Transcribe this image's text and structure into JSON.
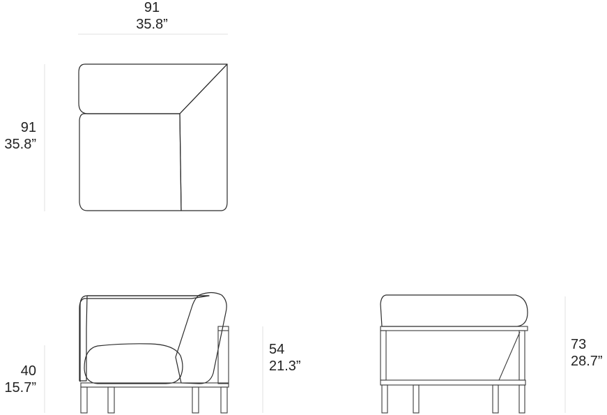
{
  "dimensions": {
    "top_width": {
      "cm": "91",
      "in": "35.8”"
    },
    "top_depth": {
      "cm": "91",
      "in": "35.8”"
    },
    "seat_height": {
      "cm": "40",
      "in": "15.7”"
    },
    "arm_height": {
      "cm": "54",
      "in": "21.3”"
    },
    "total_height": {
      "cm": "73",
      "in": "28.7”"
    }
  },
  "colors": {
    "line": "#2a2a2a",
    "guide": "#e2e2e2",
    "text": "#222222"
  }
}
